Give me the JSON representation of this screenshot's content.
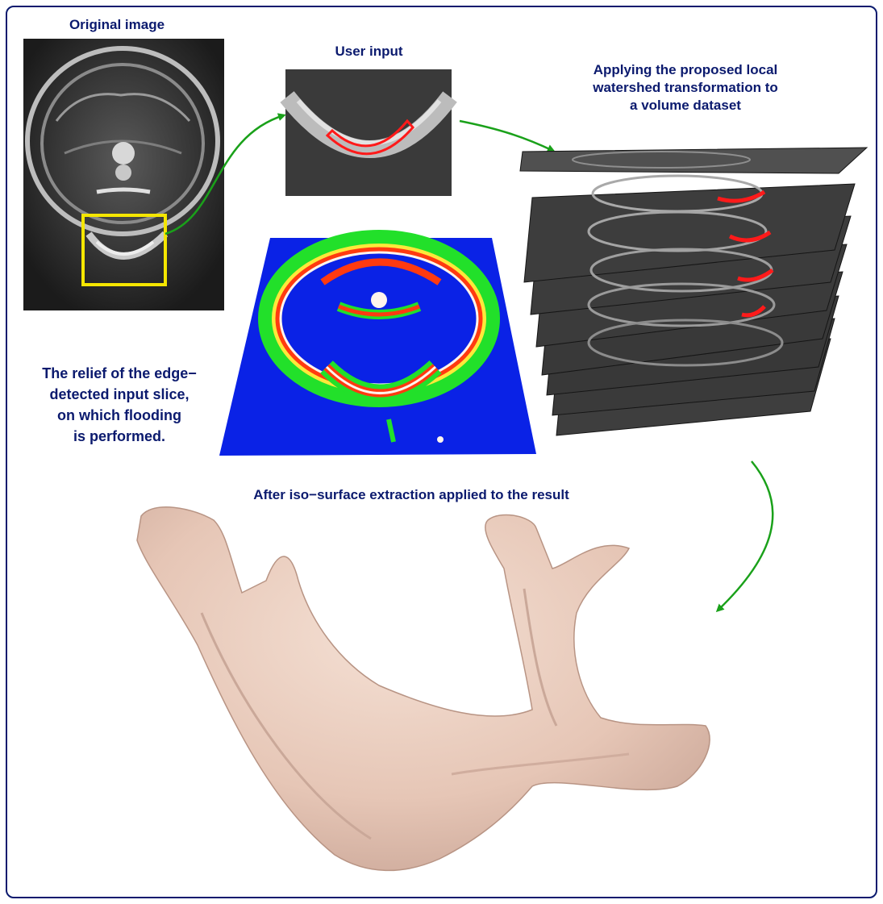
{
  "labels": {
    "original": "Original image",
    "user_input": "User input",
    "applying": [
      "Applying the proposed local",
      "watershed transformation to",
      "a volume dataset"
    ],
    "relief": [
      "The relief of the edge−",
      "detected input slice,",
      "on which flooding",
      "is performed."
    ],
    "iso": "After iso−surface extraction applied to the result"
  },
  "colors": {
    "label_text": "#0b1a6e",
    "frame": "#0b1a6e",
    "arrow": "#1aa11a",
    "selection_box": "#f5e600",
    "contour": "#ff1a1a",
    "bone": "#ecd2c4",
    "relief_base": "#0a22e6"
  }
}
